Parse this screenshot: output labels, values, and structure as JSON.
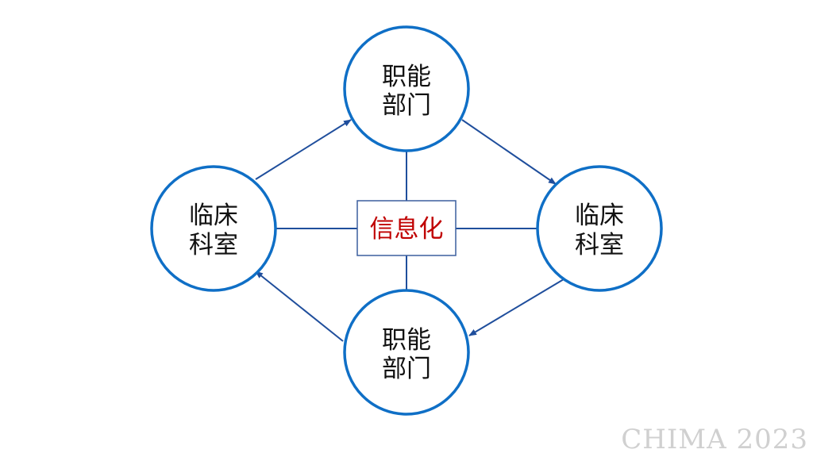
{
  "diagram": {
    "nodes": {
      "top": {
        "line1": "职能",
        "line2": "部门"
      },
      "left": {
        "line1": "临床",
        "line2": "科室"
      },
      "right": {
        "line1": "临床",
        "line2": "科室"
      },
      "bottom": {
        "line1": "职能",
        "line2": "部门"
      }
    },
    "center": {
      "label": "信息化"
    }
  },
  "watermark": {
    "text": "CHIMA 2023"
  },
  "colors": {
    "circle_stroke": "#0f6fc6",
    "arrow": "#1f4e9c",
    "center_box_border": "#3b5f9e",
    "center_text": "#c00000",
    "node_text": "#111111",
    "watermark": "#d0d0d0"
  }
}
